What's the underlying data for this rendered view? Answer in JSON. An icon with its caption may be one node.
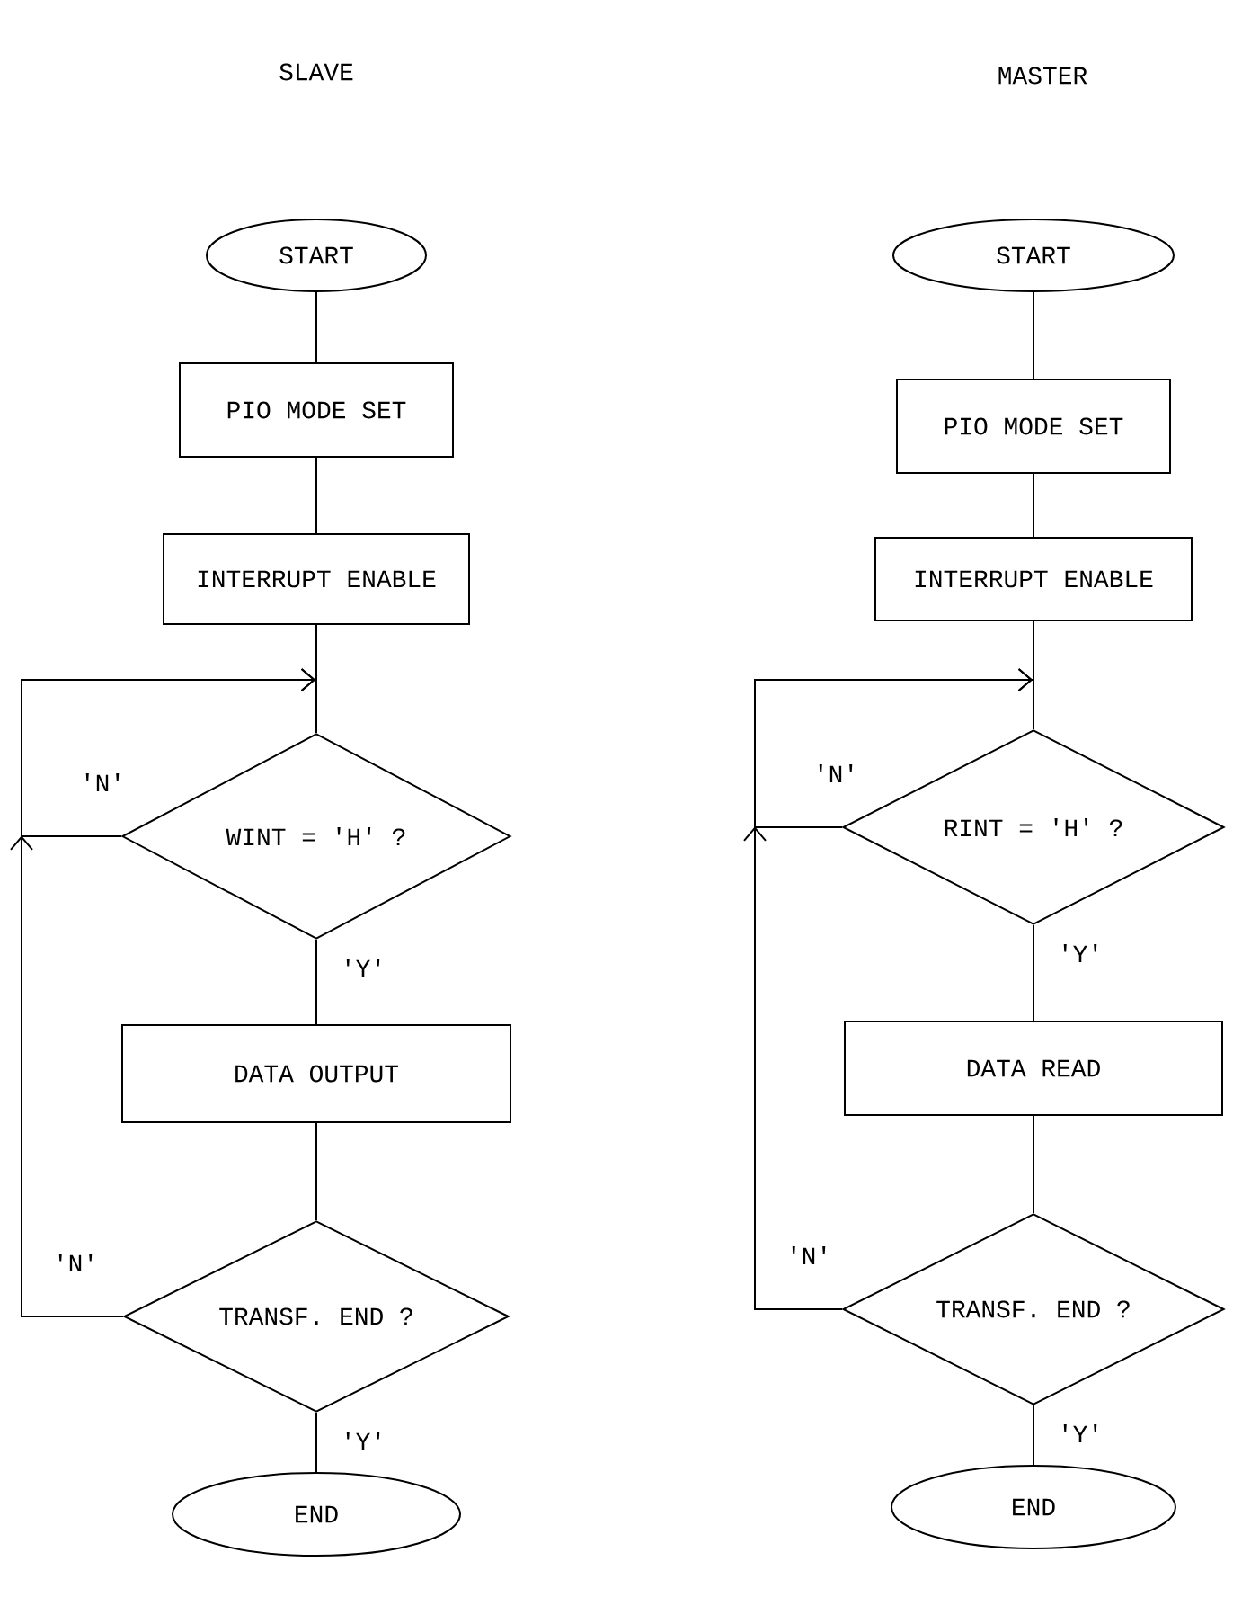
{
  "diagram": {
    "nodes": [
      {
        "text": [
          "START"
        ]
      },
      {
        "text": [
          "PIO MODE SET"
        ]
      },
      {
        "text": [
          "INTERRUPT ENABLE"
        ]
      },
      {
        "text": [
          "WINT = 'H' ?"
        ]
      },
      {
        "text": [
          "DATA OUTPUT"
        ]
      },
      {
        "text": [
          "TRANSF. END ?"
        ]
      },
      {
        "text": [
          "END"
        ]
      },
      {
        "text": [
          "START"
        ]
      },
      {
        "text": [
          "PIO MODE SET"
        ]
      },
      {
        "text": [
          "INTERRUPT ENABLE"
        ]
      },
      {
        "text": [
          "RINT = 'H' ?"
        ]
      },
      {
        "text": [
          "DATA READ"
        ]
      },
      {
        "text": [
          "TRANSF. END ?"
        ]
      },
      {
        "text": [
          "END"
        ]
      }
    ],
    "edges": [
      {
        "from": 0,
        "to": 1,
        "arrow": "none"
      },
      {
        "from": 1,
        "to": 2,
        "arrow": "none"
      },
      {
        "from": 2,
        "to": 3,
        "arrow": "none"
      },
      {
        "from": 3,
        "to": 3,
        "arrow": "to",
        "label": "'N'"
      },
      {
        "from": 3,
        "to": 4,
        "arrow": "none",
        "label": "'Y'"
      },
      {
        "from": 4,
        "to": 5,
        "arrow": "none"
      },
      {
        "from": 5,
        "to": 3,
        "arrow": "to",
        "label": "'N'"
      },
      {
        "from": 5,
        "to": 6,
        "arrow": "none",
        "label": "'Y'"
      },
      {
        "from": 7,
        "to": 8,
        "arrow": "none"
      },
      {
        "from": 8,
        "to": 9,
        "arrow": "none"
      },
      {
        "from": 9,
        "to": 10,
        "arrow": "none"
      },
      {
        "from": 10,
        "to": 10,
        "arrow": "to",
        "label": "'N'"
      },
      {
        "from": 10,
        "to": 11,
        "arrow": "none",
        "label": "'Y'"
      },
      {
        "from": 11,
        "to": 12,
        "arrow": "none"
      },
      {
        "from": 12,
        "to": 10,
        "arrow": "to",
        "label": "'N'"
      },
      {
        "from": 12,
        "to": 13,
        "arrow": "none",
        "label": "'Y'"
      }
    ],
    "labels": [
      "SLAVE",
      "MASTER"
    ]
  }
}
